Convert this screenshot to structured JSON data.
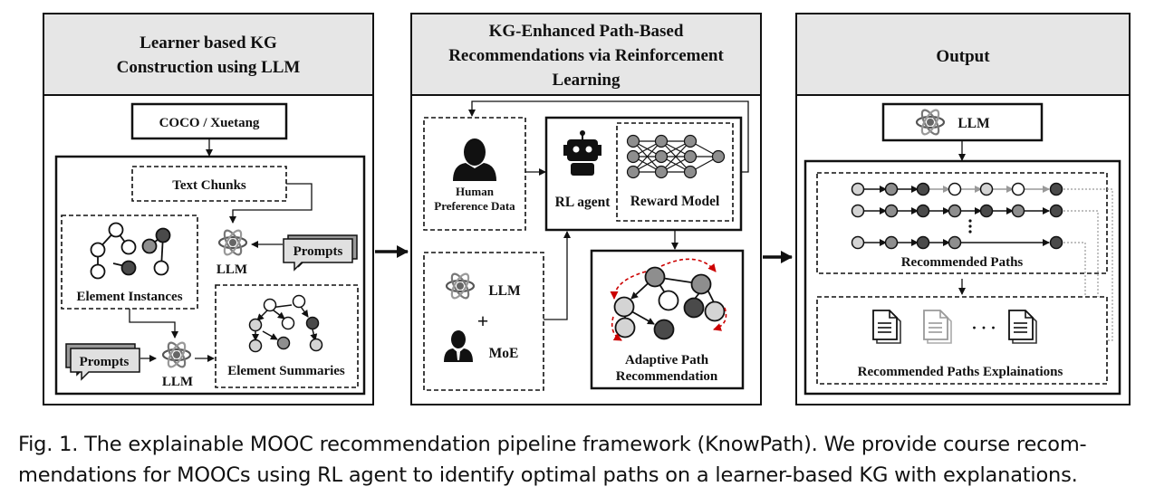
{
  "panels": {
    "left_title_line1": "Learner based KG",
    "left_title_line2": "Construction using LLM",
    "middle_title_line1": "KG-Enhanced Path-Based",
    "middle_title_line2": "Recommendations via Reinforcement",
    "middle_title_line3": "Learning",
    "right_title": "Output"
  },
  "left": {
    "dataset": "COCO / Xuetang",
    "text_chunks": "Text Chunks",
    "prompts_top": "Prompts",
    "llm_top": "LLM",
    "element_instances": "Element Instances",
    "prompts_bottom": "Prompts",
    "llm_bottom": "LLM",
    "element_summaries": "Element Summaries"
  },
  "middle": {
    "human_line1": "Human",
    "human_line2": "Preference Data",
    "rl_agent": "RL agent",
    "reward_model": "Reward Model",
    "llm": "LLM",
    "plus": "+",
    "moe": "MoE",
    "adaptive_line1": "Adaptive Path",
    "adaptive_line2": "Recommendation"
  },
  "right": {
    "llm": "LLM",
    "recommended_paths": "Recommended Paths",
    "explanations": "Recommended Paths Explainations",
    "ellipsis": "· · ·"
  },
  "caption": {
    "line1": "Fig. 1.  The explainable MOOC recommendation pipeline framework (KnowPath). We provide course recom-",
    "line2": "mendations for MOOCs using RL agent to identify optimal paths on a learner-based KG with explanations."
  },
  "colors": {
    "header_fill": "#e6e6e6",
    "node_light": "#d4d4d4",
    "node_mid": "#8e8e8e",
    "node_dark": "#4a4a4a",
    "arrow_red": "#cc0000"
  }
}
